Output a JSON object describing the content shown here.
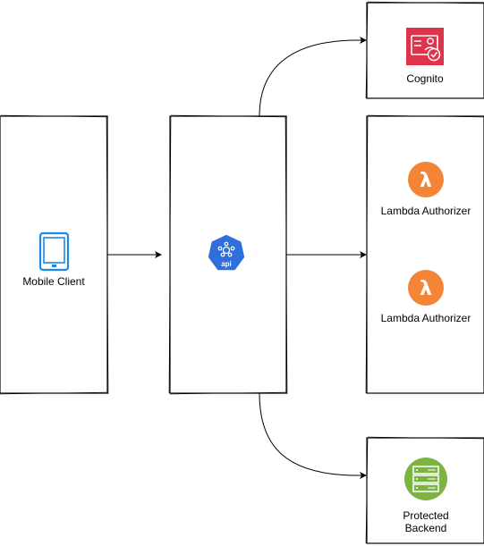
{
  "nodes": {
    "mobile_client": {
      "label": "Mobile Client",
      "icon": "tablet-icon"
    },
    "api_gateway": {
      "label": "",
      "icon_text": "api",
      "icon": "api-gateway-icon"
    },
    "cognito": {
      "label": "Cognito",
      "icon": "cognito-id-card-icon"
    },
    "lambda_authorizer_1": {
      "label": "Lambda Authorizer",
      "icon_glyph": "λ",
      "icon": "lambda-icon"
    },
    "lambda_authorizer_2": {
      "label": "Lambda Authorizer",
      "icon_glyph": "λ",
      "icon": "lambda-icon"
    },
    "protected_backend": {
      "label_line1": "Protected",
      "label_line2": "Backend",
      "icon": "server-icon"
    }
  },
  "edges": [
    {
      "from": "mobile_client",
      "to": "api_gateway"
    },
    {
      "from": "api_gateway",
      "to": "cognito"
    },
    {
      "from": "api_gateway",
      "to": "lambda_authorizers"
    },
    {
      "from": "api_gateway",
      "to": "protected_backend"
    }
  ],
  "colors": {
    "tablet": "#1e88e5",
    "api_gateway": "#2f6fdb",
    "cognito": "#dd344c",
    "lambda": "#f58536",
    "backend": "#7cb342",
    "stroke": "#000000"
  }
}
